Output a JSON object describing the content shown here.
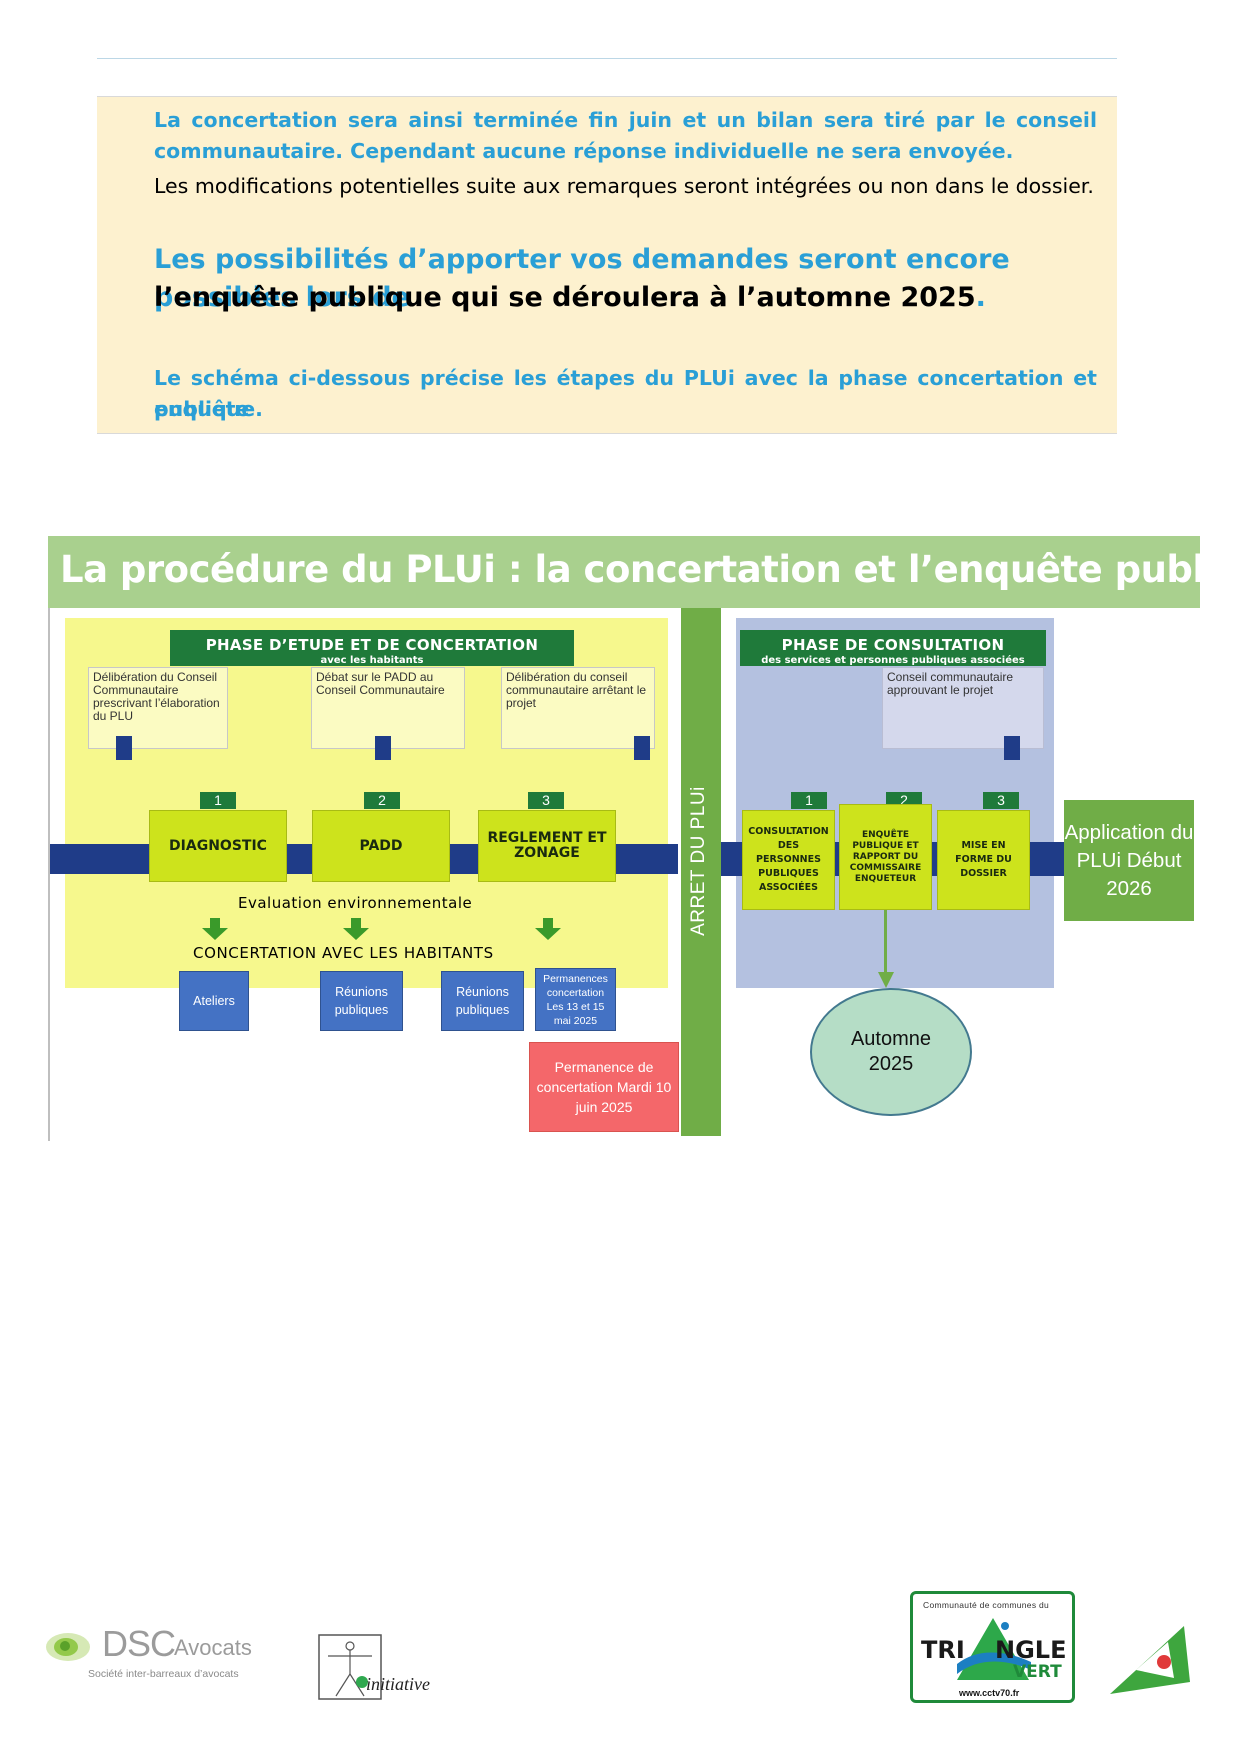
{
  "notice": {
    "p1_line1": "La concertation sera ainsi terminée fin juin et un bilan sera tiré par le conseil",
    "p1_line2": "communautaire. Cependant aucune réponse individuelle ne sera envoyée.",
    "p2": "Les modifications potentielles suite aux remarques seront intégrées ou non dans le dossier.",
    "p3_line1": "Les possibilités d’apporter vos demandes seront encore possibles lors de",
    "p3_line2": "l’enquête publique qui se déroulera à l’automne 2025",
    "p3_end": ".",
    "p4_line1": "Le schéma ci-dessous précise les étapes du PLUi avec la phase concertation et enquête",
    "p4_line2": "publique."
  },
  "diagram": {
    "title": "La procédure du PLUi : la concertation et l’enquête publique",
    "phase1": {
      "header": "PHASE D’ETUDE ET DE CONCERTATION",
      "subheader": "avec les habitants",
      "notes": [
        "Délibération du Conseil Communautaire prescrivant l’élaboration du PLU",
        "Débat sur le PADD au Conseil Communautaire",
        "Délibération du conseil communautaire arrêtant le projet"
      ],
      "steps": [
        {
          "num": "1",
          "label": "DIAGNOSTIC"
        },
        {
          "num": "2",
          "label": "PADD"
        },
        {
          "num": "3",
          "label": "REGLEMENT ET ZONAGE"
        }
      ],
      "evaluation": "Evaluation environnementale",
      "concertation": "CONCERTATION AVEC LES HABITANTS",
      "boxes": [
        "Ateliers",
        "Réunions publiques",
        "Réunions publiques",
        "Permanences concertation Les 13 et 15 mai 2025"
      ],
      "permanence": "Permanence de concertation Mardi 10 juin 2025"
    },
    "arret": "ARRET DU PLUi",
    "phase2": {
      "header": "PHASE DE CONSULTATION",
      "subheader": "des services et personnes publiques associées",
      "note": "Conseil communautaire approuvant le projet",
      "steps": [
        {
          "num": "1",
          "label": "CONSULTATION DES PERSONNES PUBLIQUES ASSOCIÉES"
        },
        {
          "num": "2",
          "label": "ENQUÊTE PUBLIQUE ET RAPPORT DU COMMISSAIRE ENQUETEUR"
        },
        {
          "num": "3",
          "label": "MISE EN FORME DU DOSSIER"
        }
      ]
    },
    "application": "Application du PLUi Début 2026",
    "automne": "Automne 2025"
  },
  "logos": {
    "dsc_name": "DSC",
    "dsc_suffix": "Avocats",
    "dsc_tagline": "Société inter-barreaux d’avocats",
    "initiative": "initiative",
    "triangle_top": "Communauté de communes du",
    "triangle_name1": "TRI",
    "triangle_name2": "NGLE",
    "triangle_vert": "VERT",
    "triangle_url": "www.cctv70.fr"
  },
  "colors": {
    "blue_text": "#2a9fd6",
    "note_bg": "#fdf1cf",
    "title_band": "#a9d08e",
    "phase1_bg": "#f6f88d",
    "phase2_bg": "#b4c1e0",
    "dark_green": "#1f7a3a",
    "navy": "#1f3c88",
    "lime": "#cde31c",
    "arret_green": "#70ad47",
    "red": "#f4676a"
  }
}
